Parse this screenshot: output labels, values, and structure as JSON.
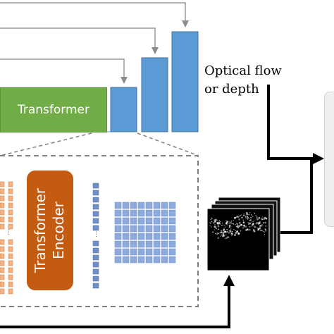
{
  "labels": {
    "transformer": "Transformer",
    "encoder_line1": "Transformer",
    "encoder_line2": "Encoder",
    "output_line1": "Optical flow",
    "output_line2": "or depth"
  },
  "colors": {
    "transformer_green": "#70ad47",
    "encoder_orange": "#c55a11",
    "bar_blue": "#5b9bd5",
    "token_orange": "#f4b183",
    "grid_blue": "#8faadc",
    "dashed_gray": "#808080",
    "arrow_gray": "#999999",
    "arrow_black": "#000000"
  },
  "icons": [
    "transformer-box",
    "output-bar",
    "token-column",
    "feature-grid",
    "event-frame-stack",
    "arrow"
  ]
}
